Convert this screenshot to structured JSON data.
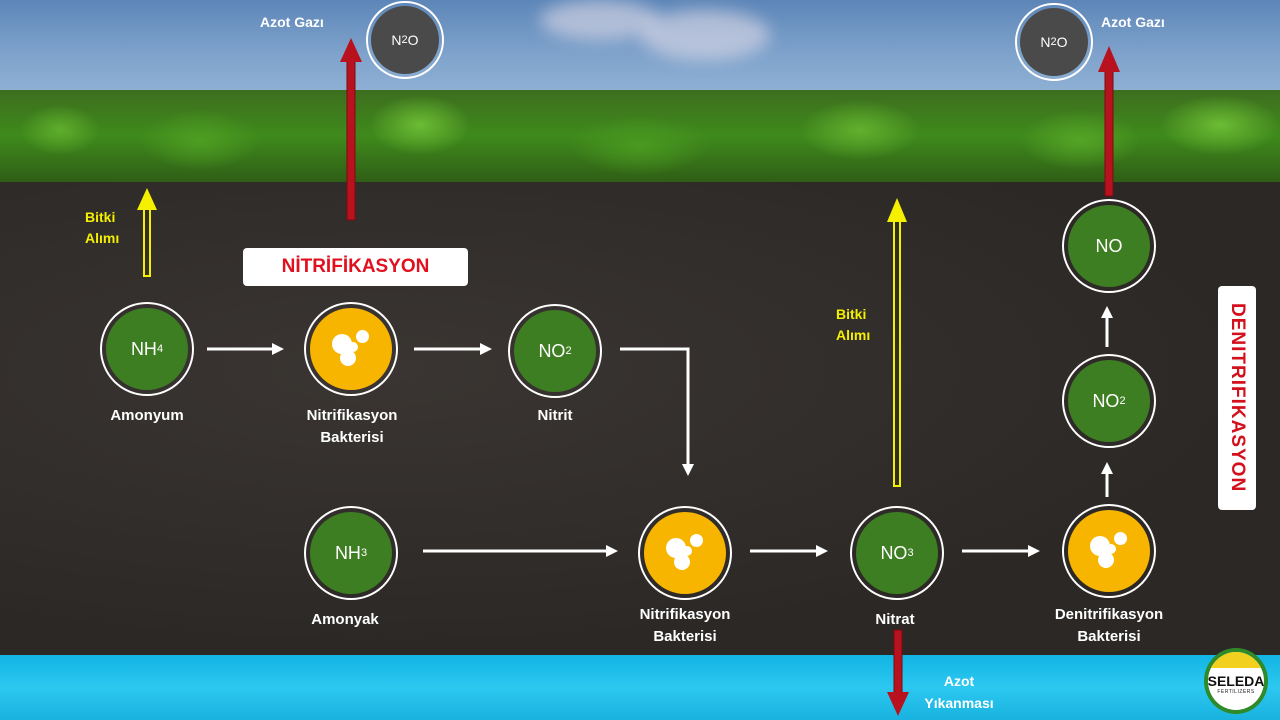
{
  "top": {
    "left_gas_label": "Azot Gazı",
    "right_gas_label": "Azot Gazı",
    "gas_formula": "N",
    "gas_sub": "2",
    "gas_tail": "O"
  },
  "labels": {
    "nitrification_title": "NİTRİFİKASYON",
    "denitrification_title": "DENITRIFIKASYON",
    "plant_uptake_1a": "Bitki",
    "plant_uptake_1b": "Alımı",
    "plant_uptake_2a": "Bitki",
    "plant_uptake_2b": "Alımı",
    "leaching_a": "Azot",
    "leaching_b": "Yıkanması"
  },
  "nodes": {
    "nh4": {
      "base": "NH",
      "sub": "4",
      "label": "Amonyum"
    },
    "bact1": {
      "label1": "Nitrifikasyon",
      "label2": "Bakterisi"
    },
    "no2": {
      "base": "NO",
      "sub": "2",
      "label": "Nitrit"
    },
    "nh3": {
      "base": "NH",
      "sub": "3",
      "label": "Amonyak"
    },
    "bact2": {
      "label1": "Nitrifikasyon",
      "label2": "Bakterisi"
    },
    "no3": {
      "base": "NO",
      "sub": "3",
      "label": "Nitrat"
    },
    "bact3": {
      "label1": "Denitrifikasyon",
      "label2": "Bakterisi"
    },
    "no2r": {
      "base": "NO",
      "sub": "2"
    },
    "no": {
      "base": "NO"
    }
  },
  "logo": {
    "name": "SELEDA",
    "tagline": "FERTILIZERS"
  },
  "colors": {
    "green": "#3e7e22",
    "yellow": "#f7b500",
    "red": "#b8121e",
    "arrow_yellow": "#f5f000"
  }
}
